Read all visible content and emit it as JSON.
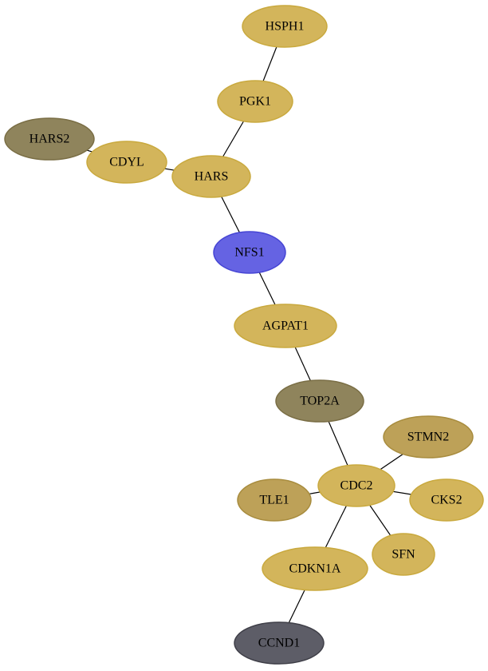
{
  "network": {
    "nodes": [
      {
        "id": "HSPH1",
        "label": "HSPH1",
        "color": "#d3b55b",
        "stroke": "#c9a93e"
      },
      {
        "id": "PGK1",
        "label": "PGK1",
        "color": "#d3b55b",
        "stroke": "#c9a93e"
      },
      {
        "id": "HARS2",
        "label": "HARS2",
        "color": "#8f845c",
        "stroke": "#7a6e45"
      },
      {
        "id": "CDYL",
        "label": "CDYL",
        "color": "#d3b55b",
        "stroke": "#c9a93e"
      },
      {
        "id": "HARS",
        "label": "HARS",
        "color": "#d3b55b",
        "stroke": "#c9a93e"
      },
      {
        "id": "NFS1",
        "label": "NFS1",
        "color": "#6563e3",
        "stroke": "#4645d4"
      },
      {
        "id": "AGPAT1",
        "label": "AGPAT1",
        "color": "#d3b55b",
        "stroke": "#c9a93e"
      },
      {
        "id": "TOP2A",
        "label": "TOP2A",
        "color": "#8f845c",
        "stroke": "#7a6e45"
      },
      {
        "id": "STMN2",
        "label": "STMN2",
        "color": "#bda158",
        "stroke": "#a88c3e"
      },
      {
        "id": "TLE1",
        "label": "TLE1",
        "color": "#bda158",
        "stroke": "#a88c3e"
      },
      {
        "id": "CDC2",
        "label": "CDC2",
        "color": "#d3b55b",
        "stroke": "#c9a93e"
      },
      {
        "id": "CKS2",
        "label": "CKS2",
        "color": "#d3b55b",
        "stroke": "#c9a93e"
      },
      {
        "id": "SFN",
        "label": "SFN",
        "color": "#d3b55b",
        "stroke": "#c9a93e"
      },
      {
        "id": "CDKN1A",
        "label": "CDKN1A",
        "color": "#d3b55b",
        "stroke": "#c9a93e"
      },
      {
        "id": "CCND1",
        "label": "CCND1",
        "color": "#5d5d67",
        "stroke": "#3f3f48"
      }
    ],
    "edges": [
      [
        "HSPH1",
        "PGK1"
      ],
      [
        "PGK1",
        "HARS"
      ],
      [
        "HARS2",
        "CDYL"
      ],
      [
        "CDYL",
        "HARS"
      ],
      [
        "HARS",
        "NFS1"
      ],
      [
        "NFS1",
        "AGPAT1"
      ],
      [
        "AGPAT1",
        "TOP2A"
      ],
      [
        "TOP2A",
        "CDC2"
      ],
      [
        "CDC2",
        "STMN2"
      ],
      [
        "CDC2",
        "TLE1"
      ],
      [
        "CDC2",
        "CKS2"
      ],
      [
        "CDC2",
        "SFN"
      ],
      [
        "CDC2",
        "CDKN1A"
      ],
      [
        "CDKN1A",
        "CCND1"
      ]
    ]
  }
}
